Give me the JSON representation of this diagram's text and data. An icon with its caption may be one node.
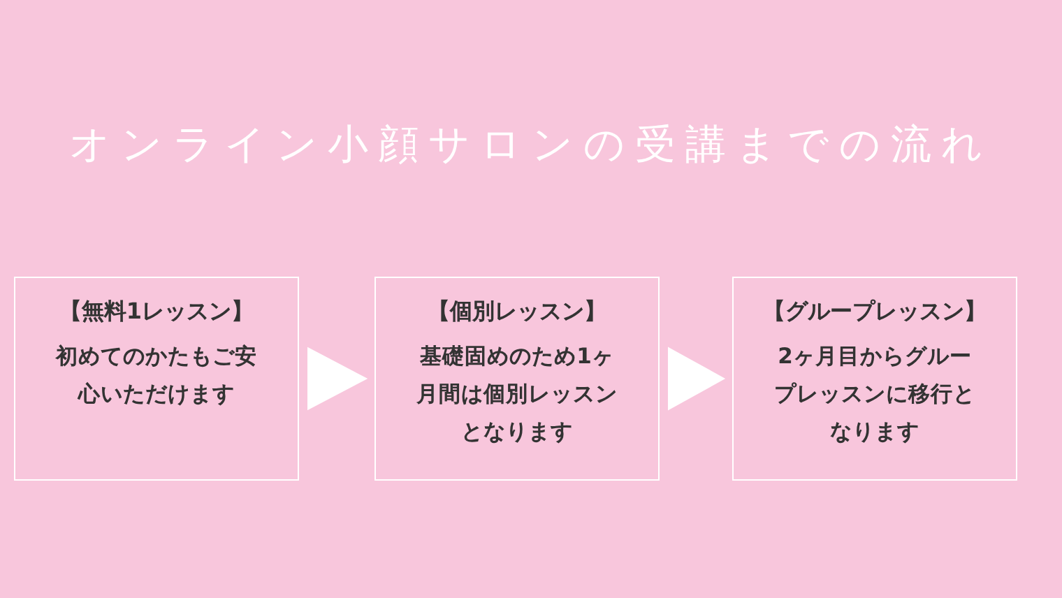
{
  "diagram": {
    "title": "オンライン小顔サロンの受講までの流れ",
    "nodes": [
      {
        "text": [
          "【無料1レッスン】",
          "初めてのかたもご安心いただけます"
        ]
      },
      {
        "text": [
          "【個別レッスン】",
          "基礎固めのため1ヶ月間は個別レッスンとなります"
        ]
      },
      {
        "text": [
          "【グループレッスン】",
          "2ヶ月目からグループレッスンに移行となります"
        ]
      }
    ],
    "edges": [
      {
        "from": 0,
        "to": 1,
        "arrow": "to"
      },
      {
        "from": 1,
        "to": 2,
        "arrow": "to"
      }
    ]
  }
}
